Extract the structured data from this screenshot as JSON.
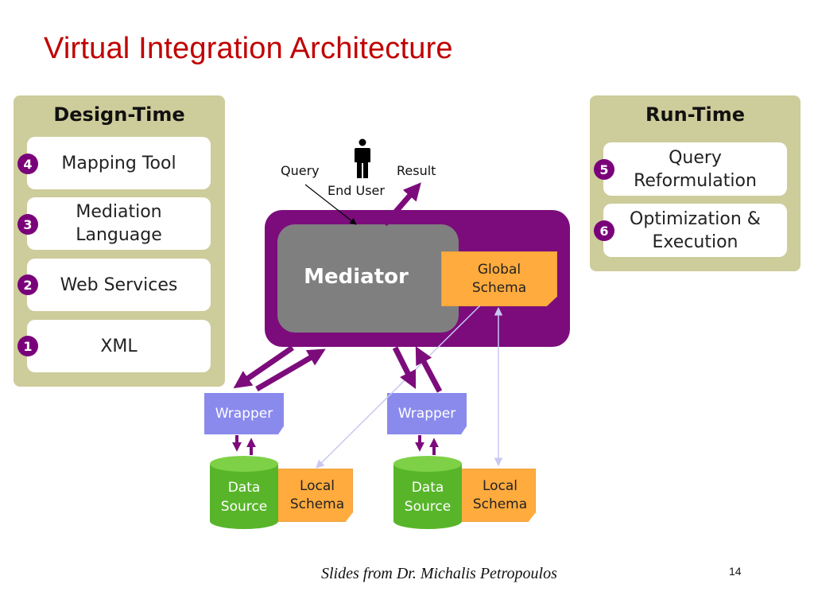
{
  "title": "Virtual Integration Architecture",
  "design_time": {
    "heading": "Design-Time",
    "items": [
      {
        "num": "4",
        "label": "Mapping Tool"
      },
      {
        "num": "3",
        "label": "Mediation Language"
      },
      {
        "num": "2",
        "label": "Web Services"
      },
      {
        "num": "1",
        "label": "XML"
      }
    ]
  },
  "run_time": {
    "heading": "Run-Time",
    "items": [
      {
        "num": "5",
        "label": "Query Reformulation"
      },
      {
        "num": "6",
        "label": "Optimization & Execution"
      }
    ]
  },
  "user": {
    "query_label": "Query",
    "result_label": "Result",
    "end_user_label": "End User"
  },
  "mediator": {
    "label": "Mediator"
  },
  "global_schema": {
    "label": "Global Schema"
  },
  "sources": [
    {
      "wrapper": "Wrapper",
      "data_source": "Data Source",
      "local_schema": "Local Schema"
    },
    {
      "wrapper": "Wrapper",
      "data_source": "Data Source",
      "local_schema": "Local Schema"
    }
  ],
  "colors": {
    "title": "#c00000",
    "panel": "#cdcc9b",
    "number_badge": "#7a007a",
    "mediator_box": "#7c0c7c",
    "mediator": "#7f7f7f",
    "schema_note": "#ffab3d",
    "wrapper": "#8a8aed",
    "data_source": "#58b52a",
    "arrow": "#7c0c7c",
    "light_arrow": "#c8c8f2"
  },
  "credit": "Slides from Dr. Michalis Petropoulos",
  "page_number": "14"
}
